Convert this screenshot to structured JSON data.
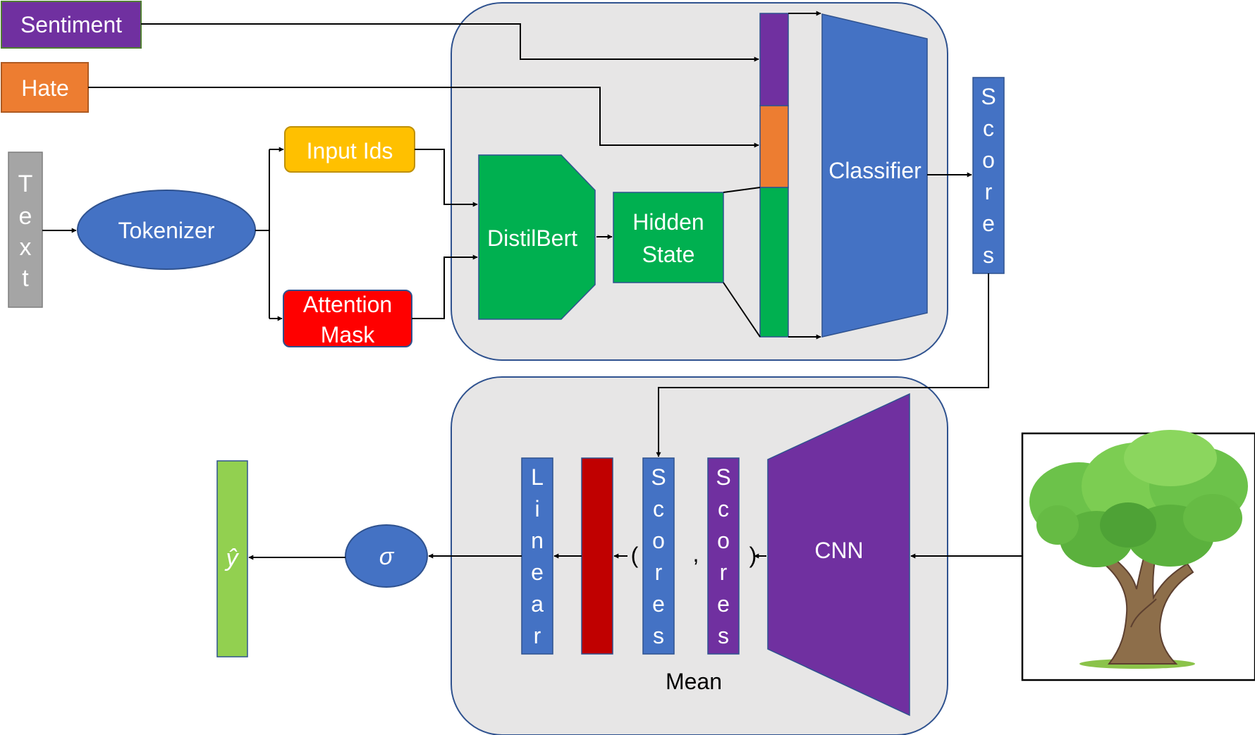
{
  "inputs": {
    "sentiment": "Sentiment",
    "hate": "Hate",
    "text_letters": [
      "T",
      "e",
      "x",
      "t"
    ]
  },
  "tokenizer": {
    "label": "Tokenizer"
  },
  "tokens": {
    "input_ids": "Input Ids",
    "attention_mask_lines": [
      "Attention",
      "Mask"
    ]
  },
  "text_model": {
    "distilbert": "DistilBert",
    "hidden_state_lines": [
      "Hidden",
      "State"
    ],
    "classifier": "Classifier",
    "scores_letters": [
      "S",
      "c",
      "o",
      "r",
      "e",
      "s"
    ]
  },
  "fusion": {
    "linear_letters": [
      "L",
      "i",
      "n",
      "e",
      "a",
      "r"
    ],
    "text_scores_letters": [
      "S",
      "c",
      "o",
      "r",
      "e",
      "s"
    ],
    "image_scores_letters": [
      "S",
      "c",
      "o",
      "r",
      "e",
      "s"
    ],
    "paren_open": "(",
    "comma": ",",
    "paren_close": ")",
    "mean_label": "Mean",
    "cnn": "CNN"
  },
  "output": {
    "sigma": "σ",
    "y_hat": "ŷ"
  },
  "colors": {
    "sentiment": "#7030a0",
    "hate": "#ed7d31",
    "text_block": "#a5a5a5",
    "tokenizer": "#4472c4",
    "input_ids": "#ffc000",
    "attention_mask": "#ff0000",
    "green": "#00b050",
    "blue": "#4472c4",
    "purple": "#7030a0",
    "dark_red": "#c00000",
    "output": "#92d050",
    "panel": "#e7e6e6",
    "panel_border": "#2f528f"
  }
}
